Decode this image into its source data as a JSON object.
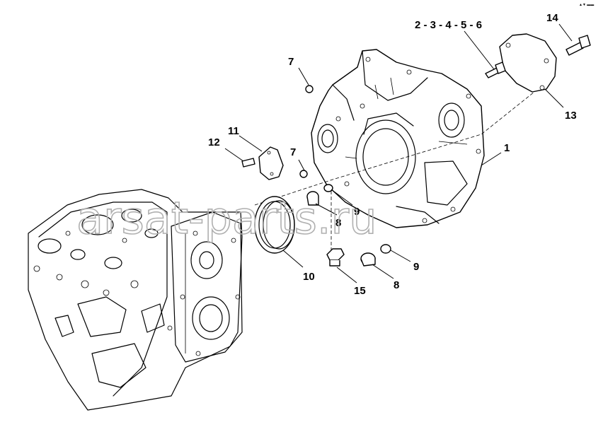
{
  "corner_mark": "▲▼ ▬▬",
  "watermark": "arsat-parts.ru",
  "callouts": {
    "c1": "1",
    "c2to6": "2 - 3 - 4 - 5 - 6",
    "c7a": "7",
    "c7b": "7",
    "c8a": "8",
    "c8b": "8",
    "c9a": "9",
    "c9b": "9",
    "c10": "10",
    "c11": "11",
    "c12": "12",
    "c13": "13",
    "c14": "14",
    "c15": "15"
  }
}
